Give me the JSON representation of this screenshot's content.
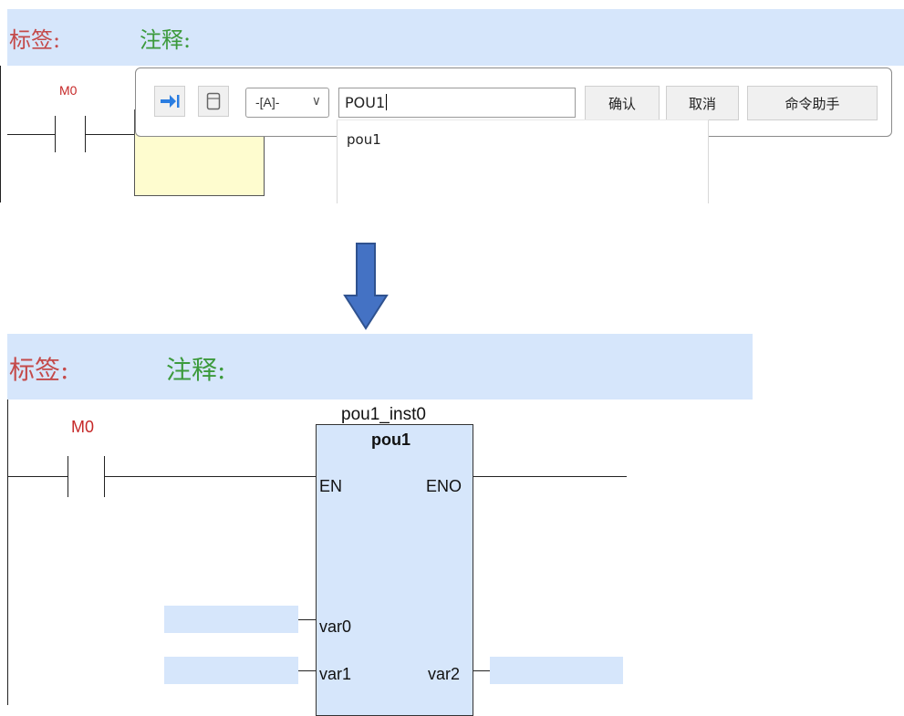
{
  "top": {
    "label_tag": "标签:",
    "label_comment": "注释:",
    "contact_name": "M0",
    "toolbar": {
      "type_combo_value": "-[A]-",
      "chevron": "∨",
      "input_value": "POU1",
      "confirm_label": "确认",
      "cancel_label": "取消",
      "assistant_label": "命令助手"
    },
    "suggestion": "pou1"
  },
  "bottom": {
    "label_tag": "标签:",
    "label_comment": "注释:",
    "contact_name": "M0",
    "instance_name": "pou1_inst0",
    "block_type": "pou1",
    "pins": {
      "en": "EN",
      "eno": "ENO",
      "var0": "var0",
      "var1": "var1",
      "var2": "var2"
    }
  },
  "colors": {
    "header_bg": "#d6e6fb",
    "arrow": "#4472c4",
    "label_tag": "#c44a4a",
    "label_comment": "#3c9a3c",
    "empty_cell": "#fefccf"
  }
}
